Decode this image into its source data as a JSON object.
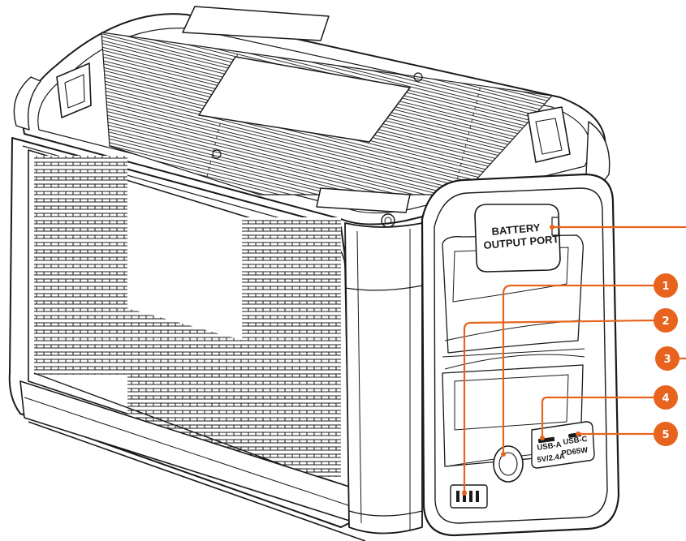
{
  "accent_color": "#E8641E",
  "outline_color": "#1a1a1a",
  "labels": {
    "battery_line1": "BATTERY",
    "battery_line2": "OUTPUT PORT",
    "usb_a_line1": "USB-A",
    "usb_a_line2": "5V/2.4A",
    "usb_c_line1": "USB-C",
    "usb_c_line2": "PD65W"
  },
  "callouts": [
    {
      "number": "1"
    },
    {
      "number": "2"
    },
    {
      "number": "3"
    },
    {
      "number": "4"
    },
    {
      "number": "5"
    }
  ]
}
